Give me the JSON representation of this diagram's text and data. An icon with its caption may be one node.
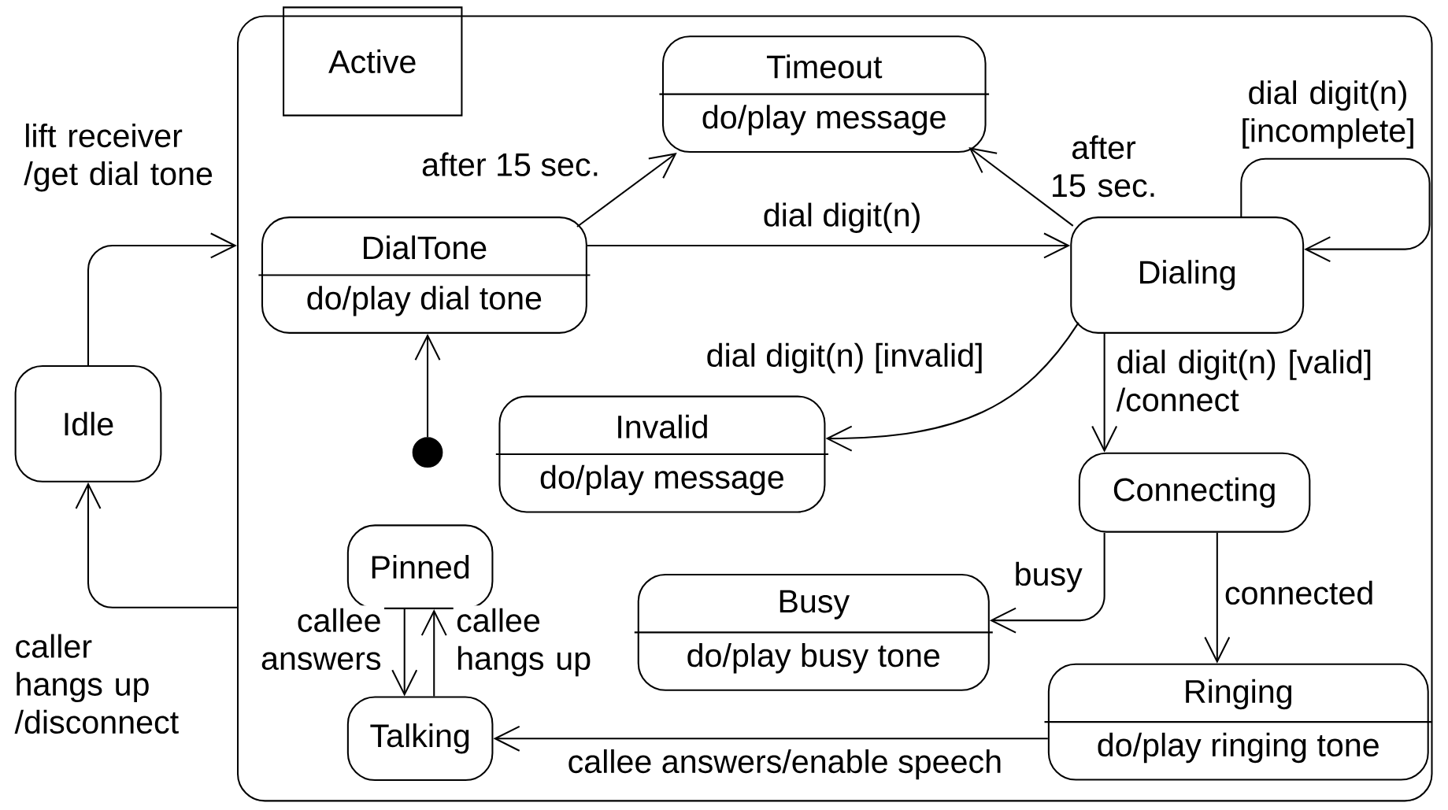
{
  "diagram": {
    "nodes": [
      {
        "text": [
          "Active"
        ]
      },
      {
        "text": [
          "DialTone",
          "do/play dial tone"
        ],
        "in": 0
      },
      {
        "text": [
          "Timeout",
          "do/play message"
        ],
        "in": 0
      },
      {
        "text": [
          "Dialing"
        ],
        "in": 0
      },
      {
        "text": [
          "Invalid",
          "do/play message"
        ],
        "in": 0
      },
      {
        "text": [
          "Connecting"
        ],
        "in": 0
      },
      {
        "text": [
          "Pinned"
        ],
        "in": 0
      },
      {
        "text": [
          "Busy",
          "do/play busy tone"
        ],
        "in": 0
      },
      {
        "text": [
          "Talking"
        ],
        "in": 0
      },
      {
        "text": [
          "Ringing",
          "do/play ringing tone"
        ],
        "in": 0
      },
      {
        "text": [
          "Idle"
        ]
      },
      {
        "text": [],
        "shape": "circle",
        "in": 0
      }
    ],
    "edges": [
      {
        "from": 10,
        "to": 0,
        "arrow": "to",
        "label": "lift receiver /get dial tone"
      },
      {
        "from": 0,
        "to": 10,
        "arrow": "to",
        "label": "caller hangs up /disconnect"
      },
      {
        "from": 11,
        "to": 1,
        "arrow": "to"
      },
      {
        "from": 1,
        "to": 2,
        "arrow": "to",
        "label": "after 15 sec."
      },
      {
        "from": 1,
        "to": 3,
        "arrow": "to",
        "label": "dial digit(n)"
      },
      {
        "from": 3,
        "to": 2,
        "arrow": "to",
        "label": "after 15 sec."
      },
      {
        "from": 3,
        "to": 3,
        "arrow": "to",
        "label": "dial digit(n) [incomplete]"
      },
      {
        "from": 3,
        "to": 4,
        "arrow": "to",
        "label": "dial digit(n) [invalid]"
      },
      {
        "from": 3,
        "to": 5,
        "arrow": "to",
        "label": "dial digit(n) [valid] /connect"
      },
      {
        "from": 5,
        "to": 7,
        "arrow": "to",
        "label": "busy"
      },
      {
        "from": 5,
        "to": 9,
        "arrow": "to",
        "label": "connected"
      },
      {
        "from": 9,
        "to": 8,
        "arrow": "to",
        "label": "callee answers/enable speech"
      },
      {
        "from": 6,
        "to": 8,
        "arrow": "to",
        "label": "callee answers"
      },
      {
        "from": 8,
        "to": 6,
        "arrow": "to",
        "label": "callee hangs up"
      }
    ]
  }
}
